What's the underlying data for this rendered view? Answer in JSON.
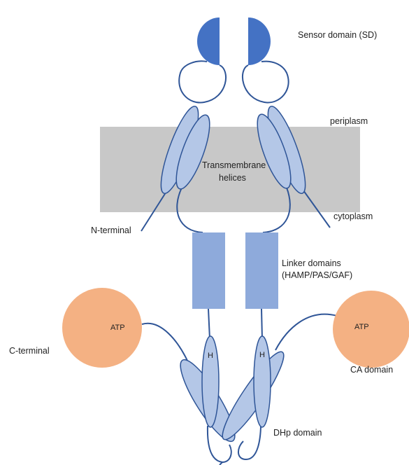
{
  "colors": {
    "sensor": "#4472c4",
    "helix_fill": "#b4c7e7",
    "helix_stroke": "#2f5597",
    "membrane": "#c8c8c8",
    "linker": "#8eaadb",
    "ca_domain": "#f4b183",
    "line": "#2f5597"
  },
  "labels": {
    "sensor_domain": "Sensor domain (SD)",
    "periplasm": "periplasm",
    "transmembrane_1": "Transmembrane",
    "transmembrane_2": "helices",
    "cytoplasm": "cytoplasm",
    "n_terminal": "N-terminal",
    "linker_1": "Linker domains",
    "linker_2": "(HAMP/PAS/GAF)",
    "c_terminal": "C-terminal",
    "atp_left": "ATP",
    "atp_right": "ATP",
    "ca_domain": "CA domain",
    "h_left": "H",
    "h_right": "H",
    "dhp_domain": "DHp domain"
  }
}
